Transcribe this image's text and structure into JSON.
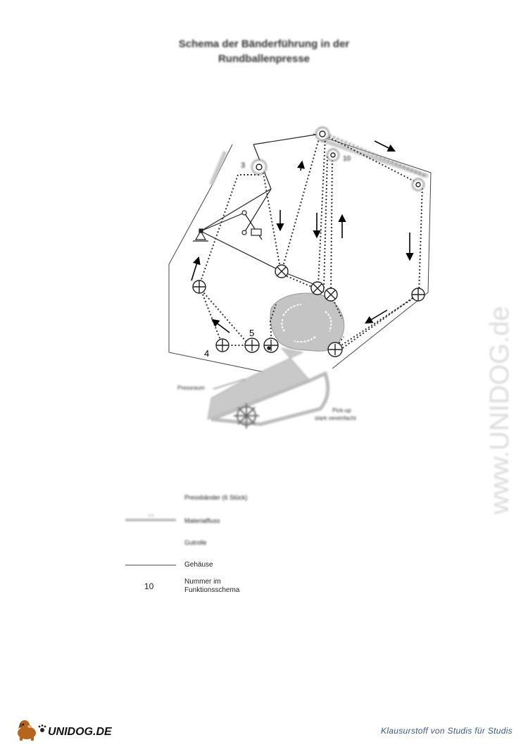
{
  "title": {
    "line1": "Schema der Bänderführung in der",
    "line2": "Rundballenpresse"
  },
  "diagram_labels": {
    "roller_3": "3",
    "roller_10": "10",
    "roller_4": "4",
    "roller_5": "5",
    "pressraum": "Pressraum",
    "pickup_line1": "Pick-up",
    "pickup_line2": "stark vereinfacht"
  },
  "legend": {
    "items": [
      {
        "label": "Pressbänder (6 Stück)"
      },
      {
        "label": "Materialfluss",
        "symbol": "=>"
      },
      {
        "label": "Gutrolle"
      },
      {
        "label": "Gehäuse"
      },
      {
        "number": "10",
        "label_line1": "Nummer im",
        "label_line2": "Funktionsschema"
      }
    ]
  },
  "watermark": "www.UNIDOG.de",
  "footer": {
    "brand": "UNIDOG.DE",
    "tagline": "Klausurstoff von Studis für Studis"
  }
}
